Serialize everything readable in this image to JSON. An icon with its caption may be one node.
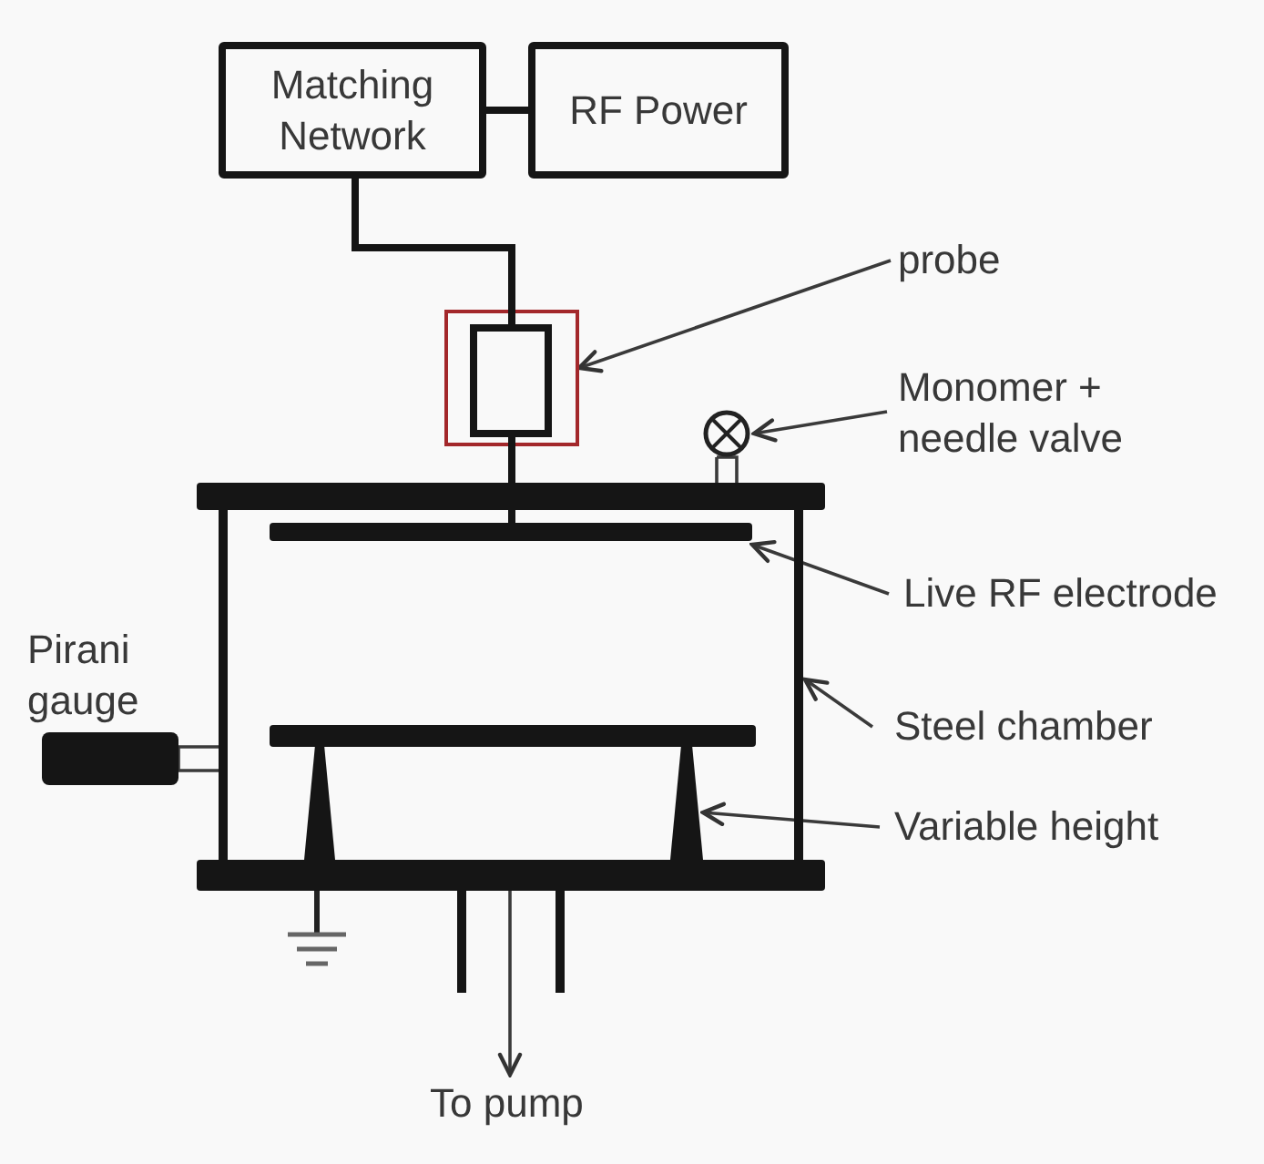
{
  "diagram": {
    "nodes": [
      {
        "text": [
          "Matching Network"
        ]
      },
      {
        "text": [
          "RF Power"
        ]
      },
      {
        "text": [],
        "shape": "box"
      },
      {
        "text": [
          "probe"
        ]
      },
      {
        "text": [],
        "shape": "circle"
      },
      {
        "text": [
          "Monomer + needle valve"
        ]
      },
      {
        "text": [],
        "shape": "box"
      },
      {
        "text": [],
        "shape": "bar",
        "in": 6
      },
      {
        "text": [
          "Live RF electrode"
        ]
      },
      {
        "text": [
          "Steel chamber"
        ]
      },
      {
        "text": [],
        "shape": "bar",
        "in": 6
      },
      {
        "text": [
          "Variable height"
        ]
      },
      {
        "text": [
          "Pirani gauge"
        ]
      },
      {
        "text": [
          "To pump"
        ]
      }
    ],
    "edges": [
      {
        "from": 0,
        "to": 1,
        "arrow": "none",
        "style": "thick"
      },
      {
        "from": 0,
        "to": 2,
        "arrow": "none",
        "style": "thick"
      },
      {
        "from": 2,
        "to": 7,
        "arrow": "none",
        "style": "thick"
      },
      {
        "from": 3,
        "to": 2,
        "arrow": "to"
      },
      {
        "from": 5,
        "to": 4,
        "arrow": "to"
      },
      {
        "from": 8,
        "to": 7,
        "arrow": "to"
      },
      {
        "from": 9,
        "to": 6,
        "arrow": "to"
      },
      {
        "from": 11,
        "to": 10,
        "arrow": "to"
      },
      {
        "from": 6,
        "to": 13,
        "arrow": "to"
      },
      {
        "from": 4,
        "to": 6,
        "arrow": "none"
      },
      {
        "from": 12,
        "to": 6,
        "arrow": "none"
      }
    ]
  }
}
